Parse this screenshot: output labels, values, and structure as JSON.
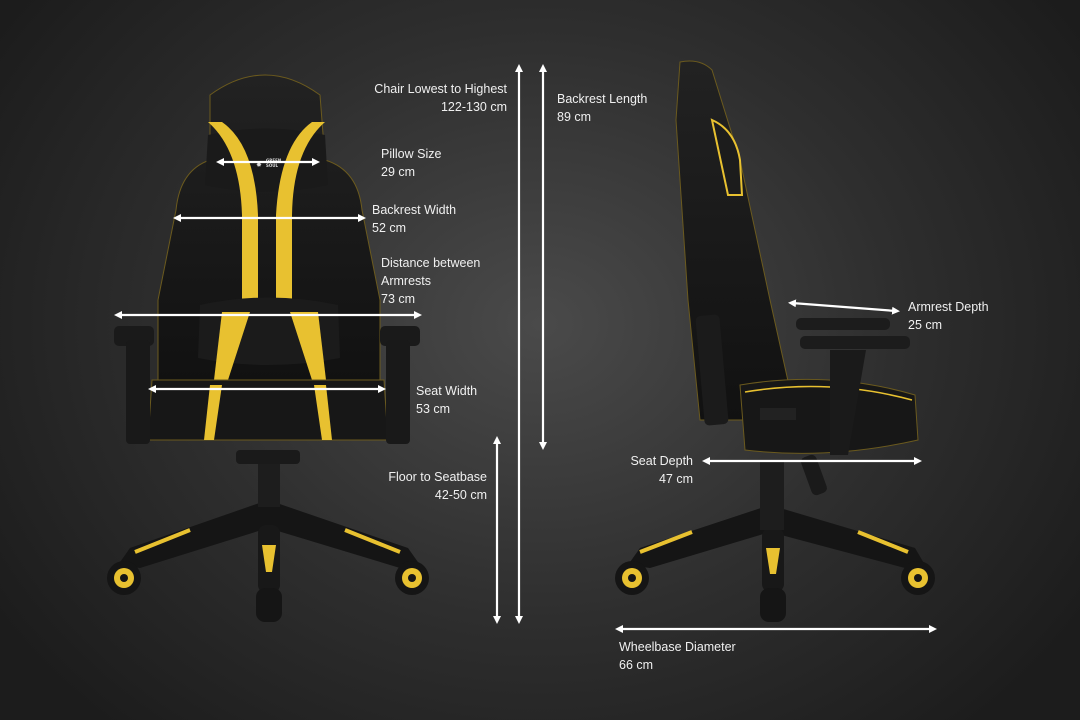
{
  "colors": {
    "accent": "#e8c130",
    "chair_body": "#161616",
    "arrow": "#ffffff"
  },
  "brand_logo": {
    "line1": "GREEN",
    "line2": "SOUL"
  },
  "dimensions": {
    "chair_height": {
      "label": "Chair  Lowest to Highest",
      "value": "122-130 cm"
    },
    "backrest_length": {
      "label": "Backrest Length",
      "value": "89 cm"
    },
    "pillow_size": {
      "label": "Pillow Size",
      "value": "29 cm"
    },
    "backrest_width": {
      "label": "Backrest Width",
      "value": "52 cm"
    },
    "armrest_distance": {
      "label_line1": "Distance between",
      "label_line2": "Armrests",
      "value": "73 cm"
    },
    "seat_width": {
      "label": "Seat Width",
      "value": "53 cm"
    },
    "floor_to_seatbase": {
      "label": "Floor to Seatbase",
      "value": "42-50 cm"
    },
    "armrest_depth": {
      "label": "Armrest Depth",
      "value": "25 cm"
    },
    "seat_depth": {
      "label": "Seat Depth",
      "value": "47 cm"
    },
    "wheelbase_diameter": {
      "label": "Wheelbase Diameter",
      "value": "66 cm"
    }
  }
}
